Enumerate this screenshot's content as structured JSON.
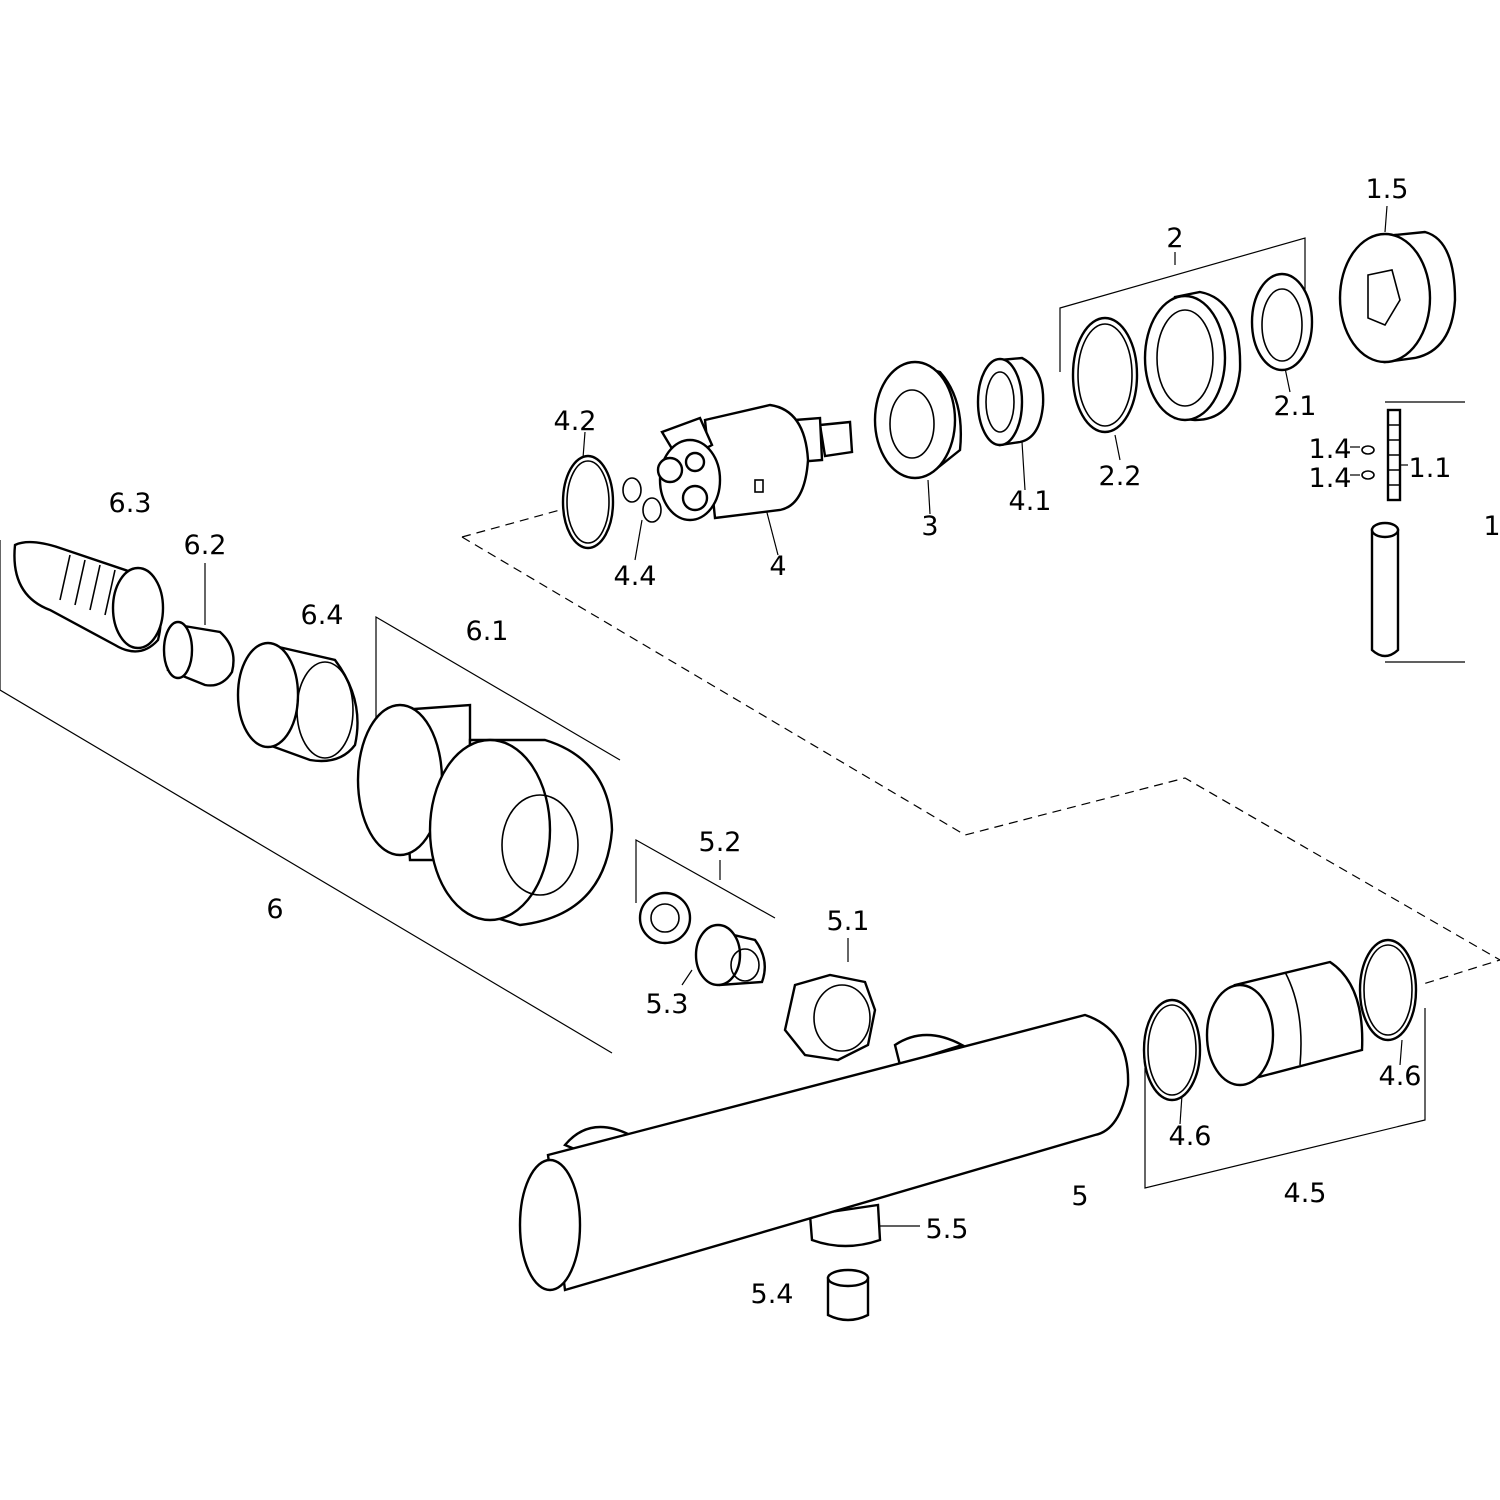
{
  "callouts": {
    "c1": "1",
    "c1_1": "1.1",
    "c1_4a": "1.4",
    "c1_4b": "1.4",
    "c1_5": "1.5",
    "c2": "2",
    "c2_1": "2.1",
    "c2_2": "2.2",
    "c3": "3",
    "c4": "4",
    "c4_1": "4.1",
    "c4_2": "4.2",
    "c4_4": "4.4",
    "c4_5": "4.5",
    "c4_6a": "4.6",
    "c4_6b": "4.6",
    "c5": "5",
    "c5_1": "5.1",
    "c5_2": "5.2",
    "c5_3": "5.3",
    "c5_4": "5.4",
    "c5_5": "5.5",
    "c6": "6",
    "c6_1": "6.1",
    "c6_2": "6.2",
    "c6_3": "6.3",
    "c6_4": "6.4"
  }
}
